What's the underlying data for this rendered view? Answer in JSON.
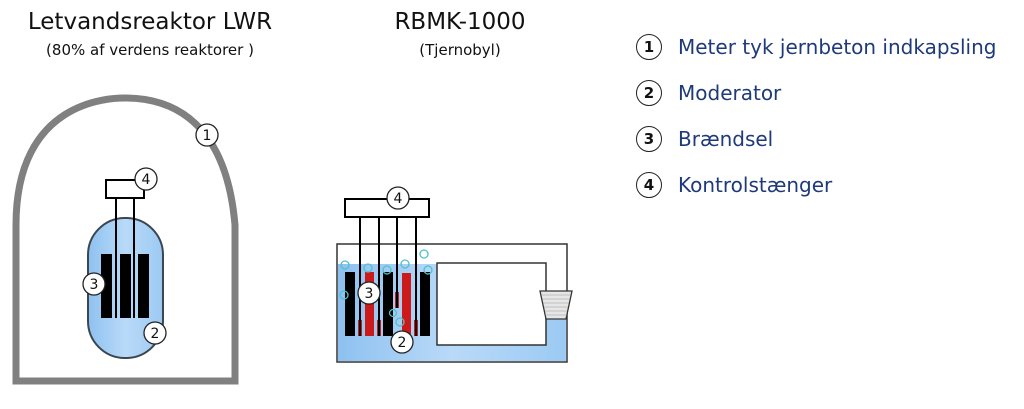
{
  "lwr": {
    "title": "Letvandsreaktor LWR",
    "subtitle": "(80% af verdens reaktorer )"
  },
  "rbmk": {
    "title": "RBMK-1000",
    "subtitle": "(Tjernobyl)"
  },
  "callouts": {
    "c1": "1",
    "c2": "2",
    "c3": "3",
    "c4": "4"
  },
  "legend": {
    "items": [
      {
        "num": "1",
        "label": "Meter tyk jernbeton indkapsling"
      },
      {
        "num": "2",
        "label": "Moderator"
      },
      {
        "num": "3",
        "label": "Brændsel"
      },
      {
        "num": "4",
        "label": "Kontrolstænger"
      }
    ]
  },
  "colors": {
    "containment": "#808080",
    "water": "#a9cff5",
    "fuel": "#000000",
    "rbmk_fuel": "#cc1a1a",
    "bubble": "#4fc1c9",
    "legend_text": "#1f3a7a"
  }
}
